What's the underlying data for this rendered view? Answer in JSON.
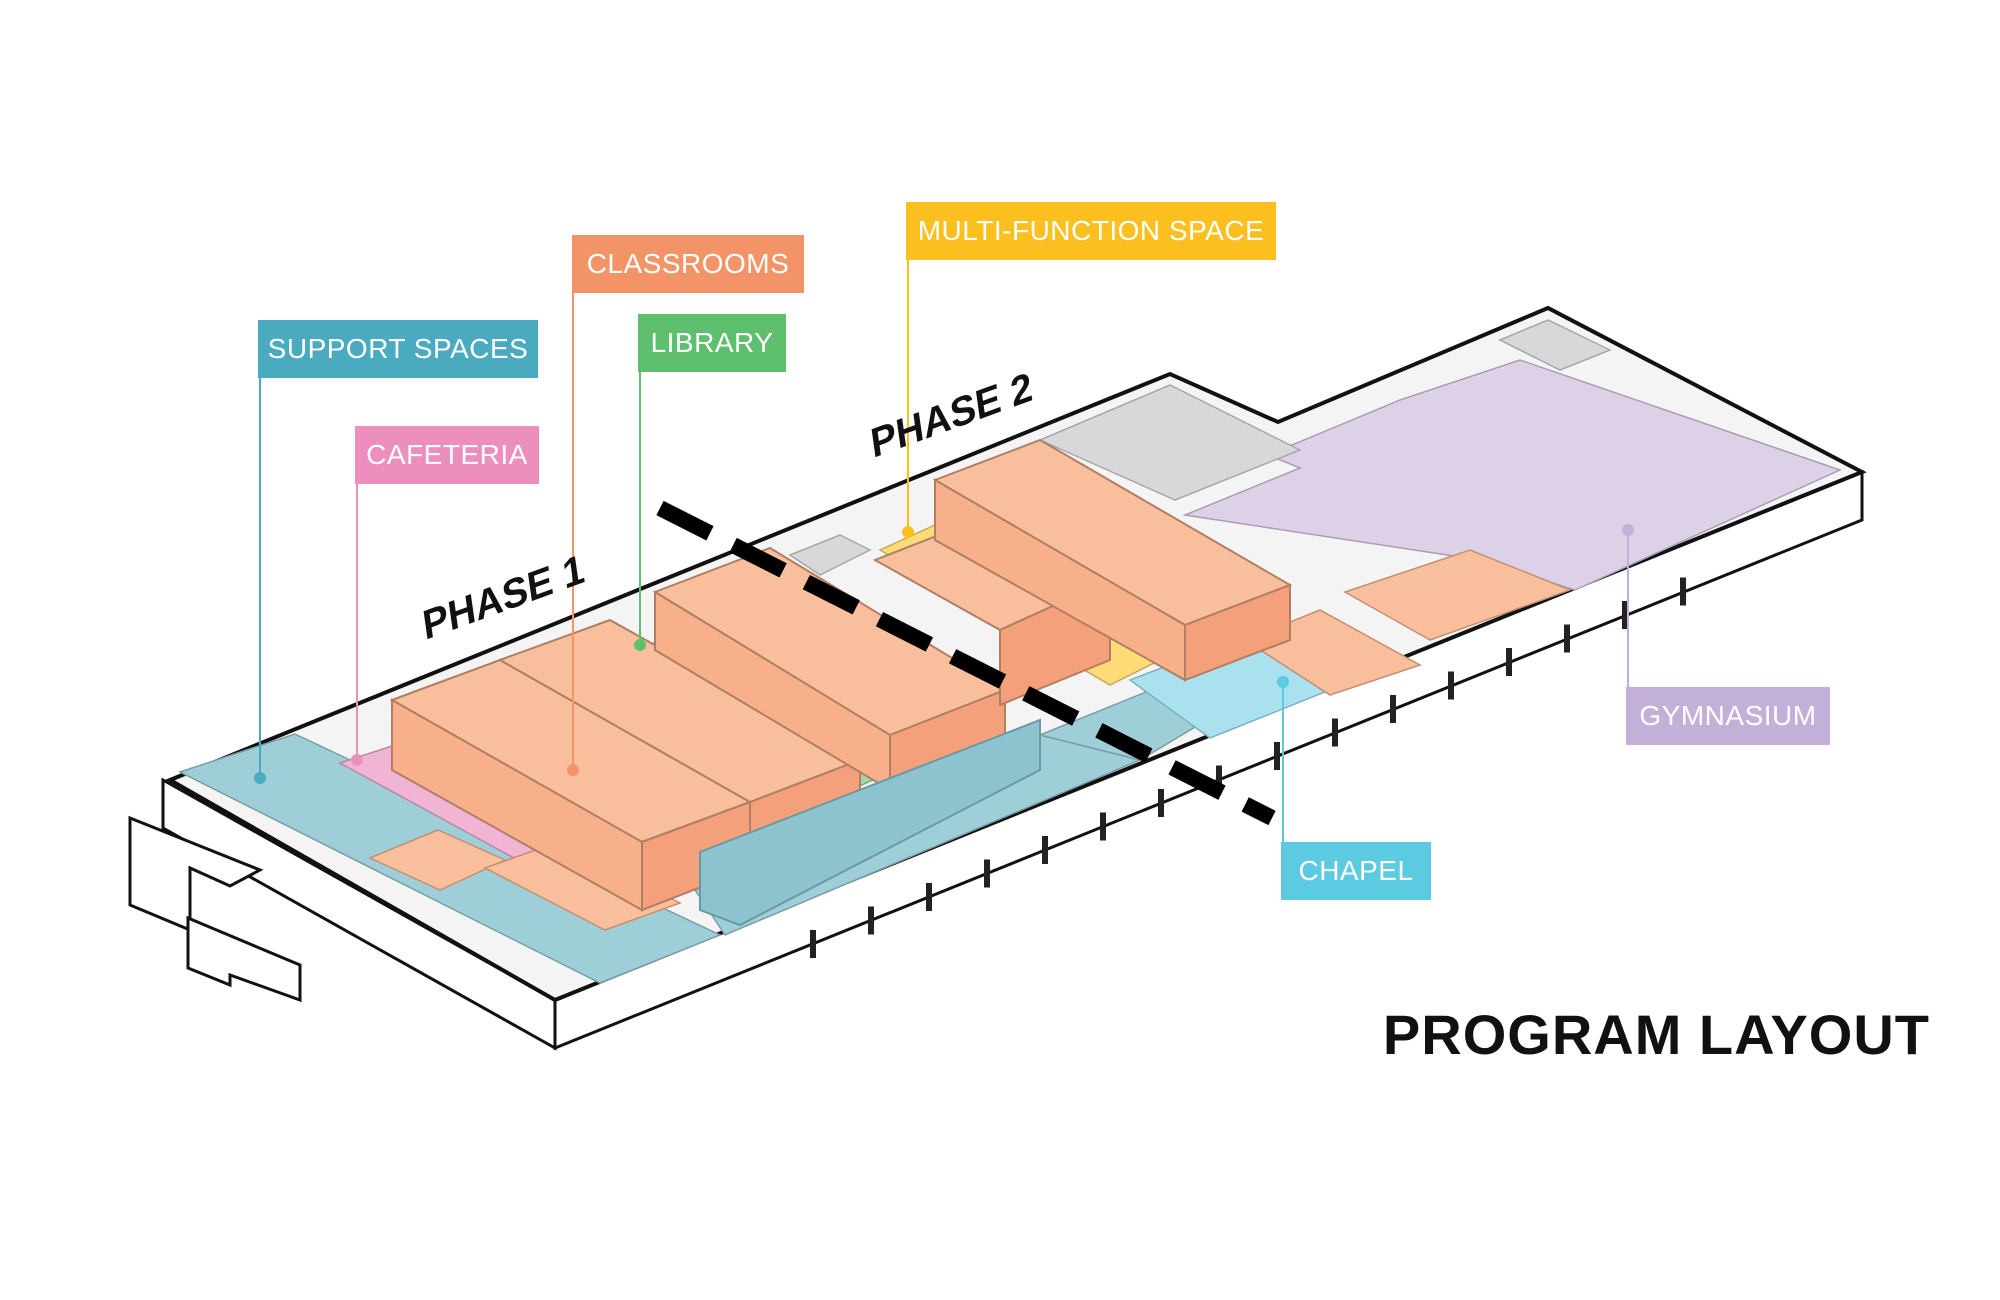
{
  "colors": {
    "support": "#4aaabf",
    "support_fill": "#9ecfd9",
    "cafeteria": "#ec8fbf",
    "cafeteria_fill": "#f2b4d4",
    "classrooms": "#f29467",
    "classrooms_fill": "#f9bf9c",
    "library": "#5ec06e",
    "library_fill": "#9fd9a3",
    "multi_function": "#fbc020",
    "multi_function_fill": "#fddb77",
    "gymnasium": "#c3b0d9",
    "gymnasium_fill": "#ddd1e7",
    "chapel": "#5ccae0",
    "chapel_fill": "#a9e1ee",
    "unassigned_fill": "#d7d8d9"
  },
  "labels": {
    "support": "SUPPORT SPACES",
    "cafeteria": "CAFETERIA",
    "classrooms": "CLASSROOMS",
    "library": "LIBRARY",
    "multi_function": "MULTI-FUNCTION SPACE",
    "gymnasium": "GYMNASIUM",
    "chapel": "CHAPEL"
  },
  "phases": {
    "phase1": "PHASE 1",
    "phase2": "PHASE 2"
  },
  "title": "PROGRAM LAYOUT"
}
